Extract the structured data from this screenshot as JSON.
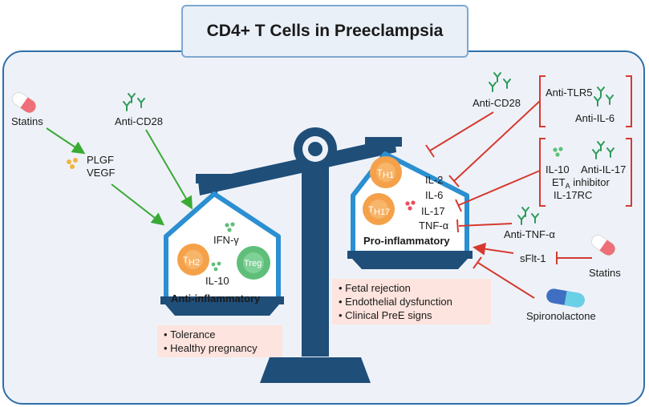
{
  "title": "CD4+ T Cells in Preeclampsia",
  "labels": {
    "statins_left": "Statins",
    "plgf": "PLGF",
    "vegf": "VEGF",
    "anti_cd28_left": "Anti-CD28",
    "ifn_g": "IFN-γ",
    "il10_left": "IL-10",
    "th2": "H2",
    "treg": "Treg",
    "anti_inflammatory": "Anti-inflammatory",
    "anti_cd28_right": "Anti-CD28",
    "anti_tlr5": "Anti-TLR5",
    "anti_il6": "Anti-IL-6",
    "il10_right": "IL-10",
    "anti_il17": "Anti-IL-17",
    "eta_inhibitor": "ET",
    "eta_sub": "A",
    "eta_rest": " inhibitor",
    "il17rc": "IL-17RC",
    "th1": "H1",
    "th17": "H17",
    "il2": "IL-2",
    "il6": "IL-6",
    "il17": "IL-17",
    "tnfa": "TNF-α",
    "pro_inflammatory": "Pro-inflammatory",
    "anti_tnfa": "Anti-TNF-α",
    "sflt1": "sFlt-1",
    "statins_right": "Statins",
    "spironolactone": "Spironolactone",
    "t_letter": "T"
  },
  "notes": {
    "left": [
      "Tolerance",
      "Healthy pregnancy"
    ],
    "right": [
      "Fetal rejection",
      "Endothelial dysfunction",
      "Clinical PreE signs"
    ]
  },
  "colors": {
    "panel_bg": "#eef2f8",
    "panel_border": "#2f6fa8",
    "scale": "#1f4e79",
    "house_stroke": "#2b8fd1",
    "activate_arrow": "#3aaa35",
    "inhibit": "#d63a2f",
    "th_cell": "#f5a14a",
    "treg_cell": "#5fbf7a",
    "antibody": "#2e9b5a"
  },
  "icons": [
    "pill-icon",
    "antibody-icon",
    "cytokine-dots-icon",
    "capsule-icon"
  ]
}
